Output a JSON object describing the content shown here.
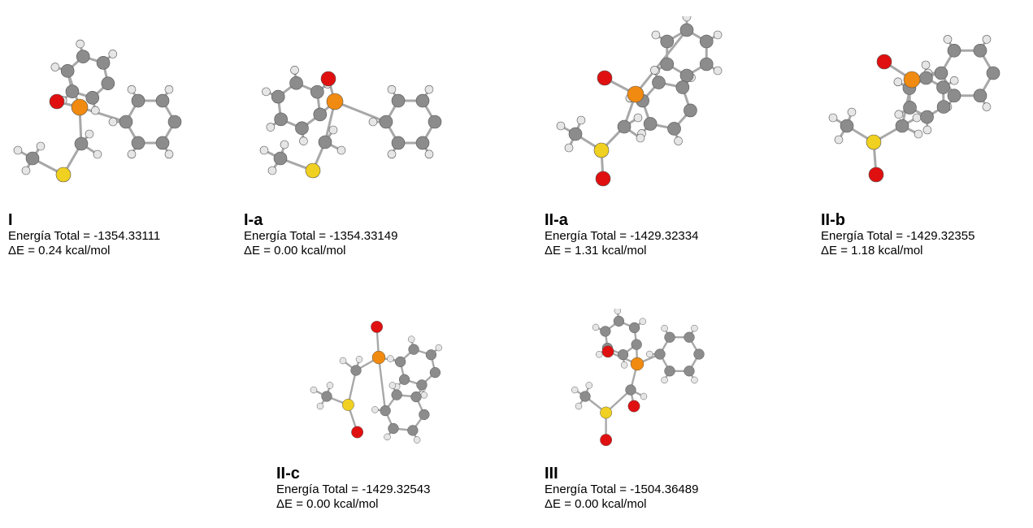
{
  "colors": {
    "carbon": "#8c8c8c",
    "hydrogen": "#e6e6e6",
    "oxygen": "#e01010",
    "phosphorus": "#f08a10",
    "sulfur": "#f0d020",
    "bond": "#a8a8a8"
  },
  "structures": [
    {
      "label": "I",
      "energy": "Energía Total = -1354.33111",
      "delta": "ΔE = 0.24 kcal/mol"
    },
    {
      "label": "I-a",
      "energy": "Energía Total = -1354.33149",
      "delta": "ΔE = 0.00 kcal/mol"
    },
    {
      "label": "II-a",
      "energy": "Energía Total = -1429.32334",
      "delta": "ΔE = 1.31 kcal/mol"
    },
    {
      "label": "II-b",
      "energy": "Energía Total = -1429.32355",
      "delta": "ΔE = 1.18 kcal/mol"
    },
    {
      "label": "II-c",
      "energy": "Energía Total = -1429.32543",
      "delta": "ΔE = 0.00 kcal/mol"
    },
    {
      "label": "III",
      "energy": "Energía Total = -1504.36489",
      "delta": "ΔE = 0.00 kcal/mol"
    }
  ]
}
